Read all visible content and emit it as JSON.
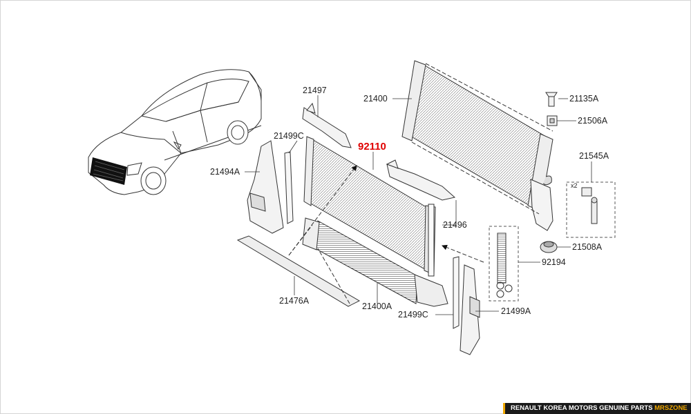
{
  "parts": {
    "p21497": "21497",
    "p21400": "21400",
    "p21135A": "21135A",
    "p21506A": "21506A",
    "p21545A": "21545A",
    "p21499C_top": "21499C",
    "p92110": "92110",
    "p21494A": "21494A",
    "p21496": "21496",
    "p21508A": "21508A",
    "p92194": "92194",
    "p21476A": "21476A",
    "p21400A": "21400A",
    "p21499C_bottom": "21499C",
    "p21499A": "21499A",
    "qty_x2": "x2"
  },
  "colors": {
    "highlight": "#e00000",
    "line": "#333333",
    "watermark_accent": "#f0a800"
  },
  "watermark": {
    "text": "RENAULT KOREA MOTORS GENUINE PARTS",
    "brand": "MRSZONE"
  }
}
